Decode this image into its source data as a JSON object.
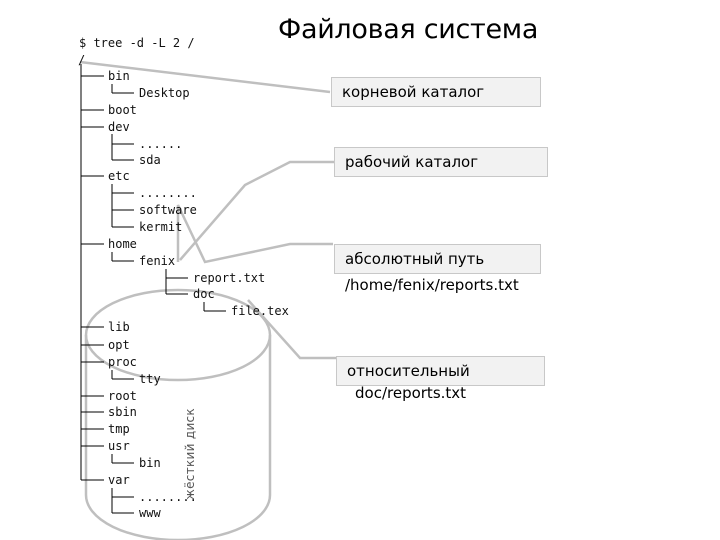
{
  "title": "Файловая система",
  "command": "$ tree -d -L 2 /",
  "root": "/",
  "tree": [
    {
      "id": "bin",
      "text": "bin"
    },
    {
      "id": "desktop",
      "text": "Desktop"
    },
    {
      "id": "boot",
      "text": "boot"
    },
    {
      "id": "dev",
      "text": "dev"
    },
    {
      "id": "dev-dots",
      "text": "......"
    },
    {
      "id": "sda",
      "text": "sda"
    },
    {
      "id": "etc",
      "text": "etc"
    },
    {
      "id": "etc-dots",
      "text": "........"
    },
    {
      "id": "software",
      "text": "software"
    },
    {
      "id": "kermit",
      "text": "kermit"
    },
    {
      "id": "home",
      "text": "home"
    },
    {
      "id": "fenix",
      "text": "fenix"
    },
    {
      "id": "report",
      "text": "report.txt"
    },
    {
      "id": "doc",
      "text": "doc"
    },
    {
      "id": "filetex",
      "text": "file.tex"
    },
    {
      "id": "lib",
      "text": "lib"
    },
    {
      "id": "opt",
      "text": "opt"
    },
    {
      "id": "proc",
      "text": "proc"
    },
    {
      "id": "tty",
      "text": "tty"
    },
    {
      "id": "root",
      "text": "root"
    },
    {
      "id": "sbin",
      "text": "sbin"
    },
    {
      "id": "tmp",
      "text": "tmp"
    },
    {
      "id": "usr",
      "text": "usr"
    },
    {
      "id": "usrbin",
      "text": "bin"
    },
    {
      "id": "var",
      "text": "var"
    },
    {
      "id": "var-dots",
      "text": "........"
    },
    {
      "id": "www",
      "text": "www"
    }
  ],
  "callouts": {
    "root_dir": "корневой каталог",
    "work_dir": "рабочий каталог",
    "abs_path": "абсолютный путь",
    "abs_path_value": "/home/fenix/reports.txt",
    "rel_path": "относительный",
    "rel_path_value": "doc/reports.txt"
  },
  "disk_label": "жёсткий диск"
}
